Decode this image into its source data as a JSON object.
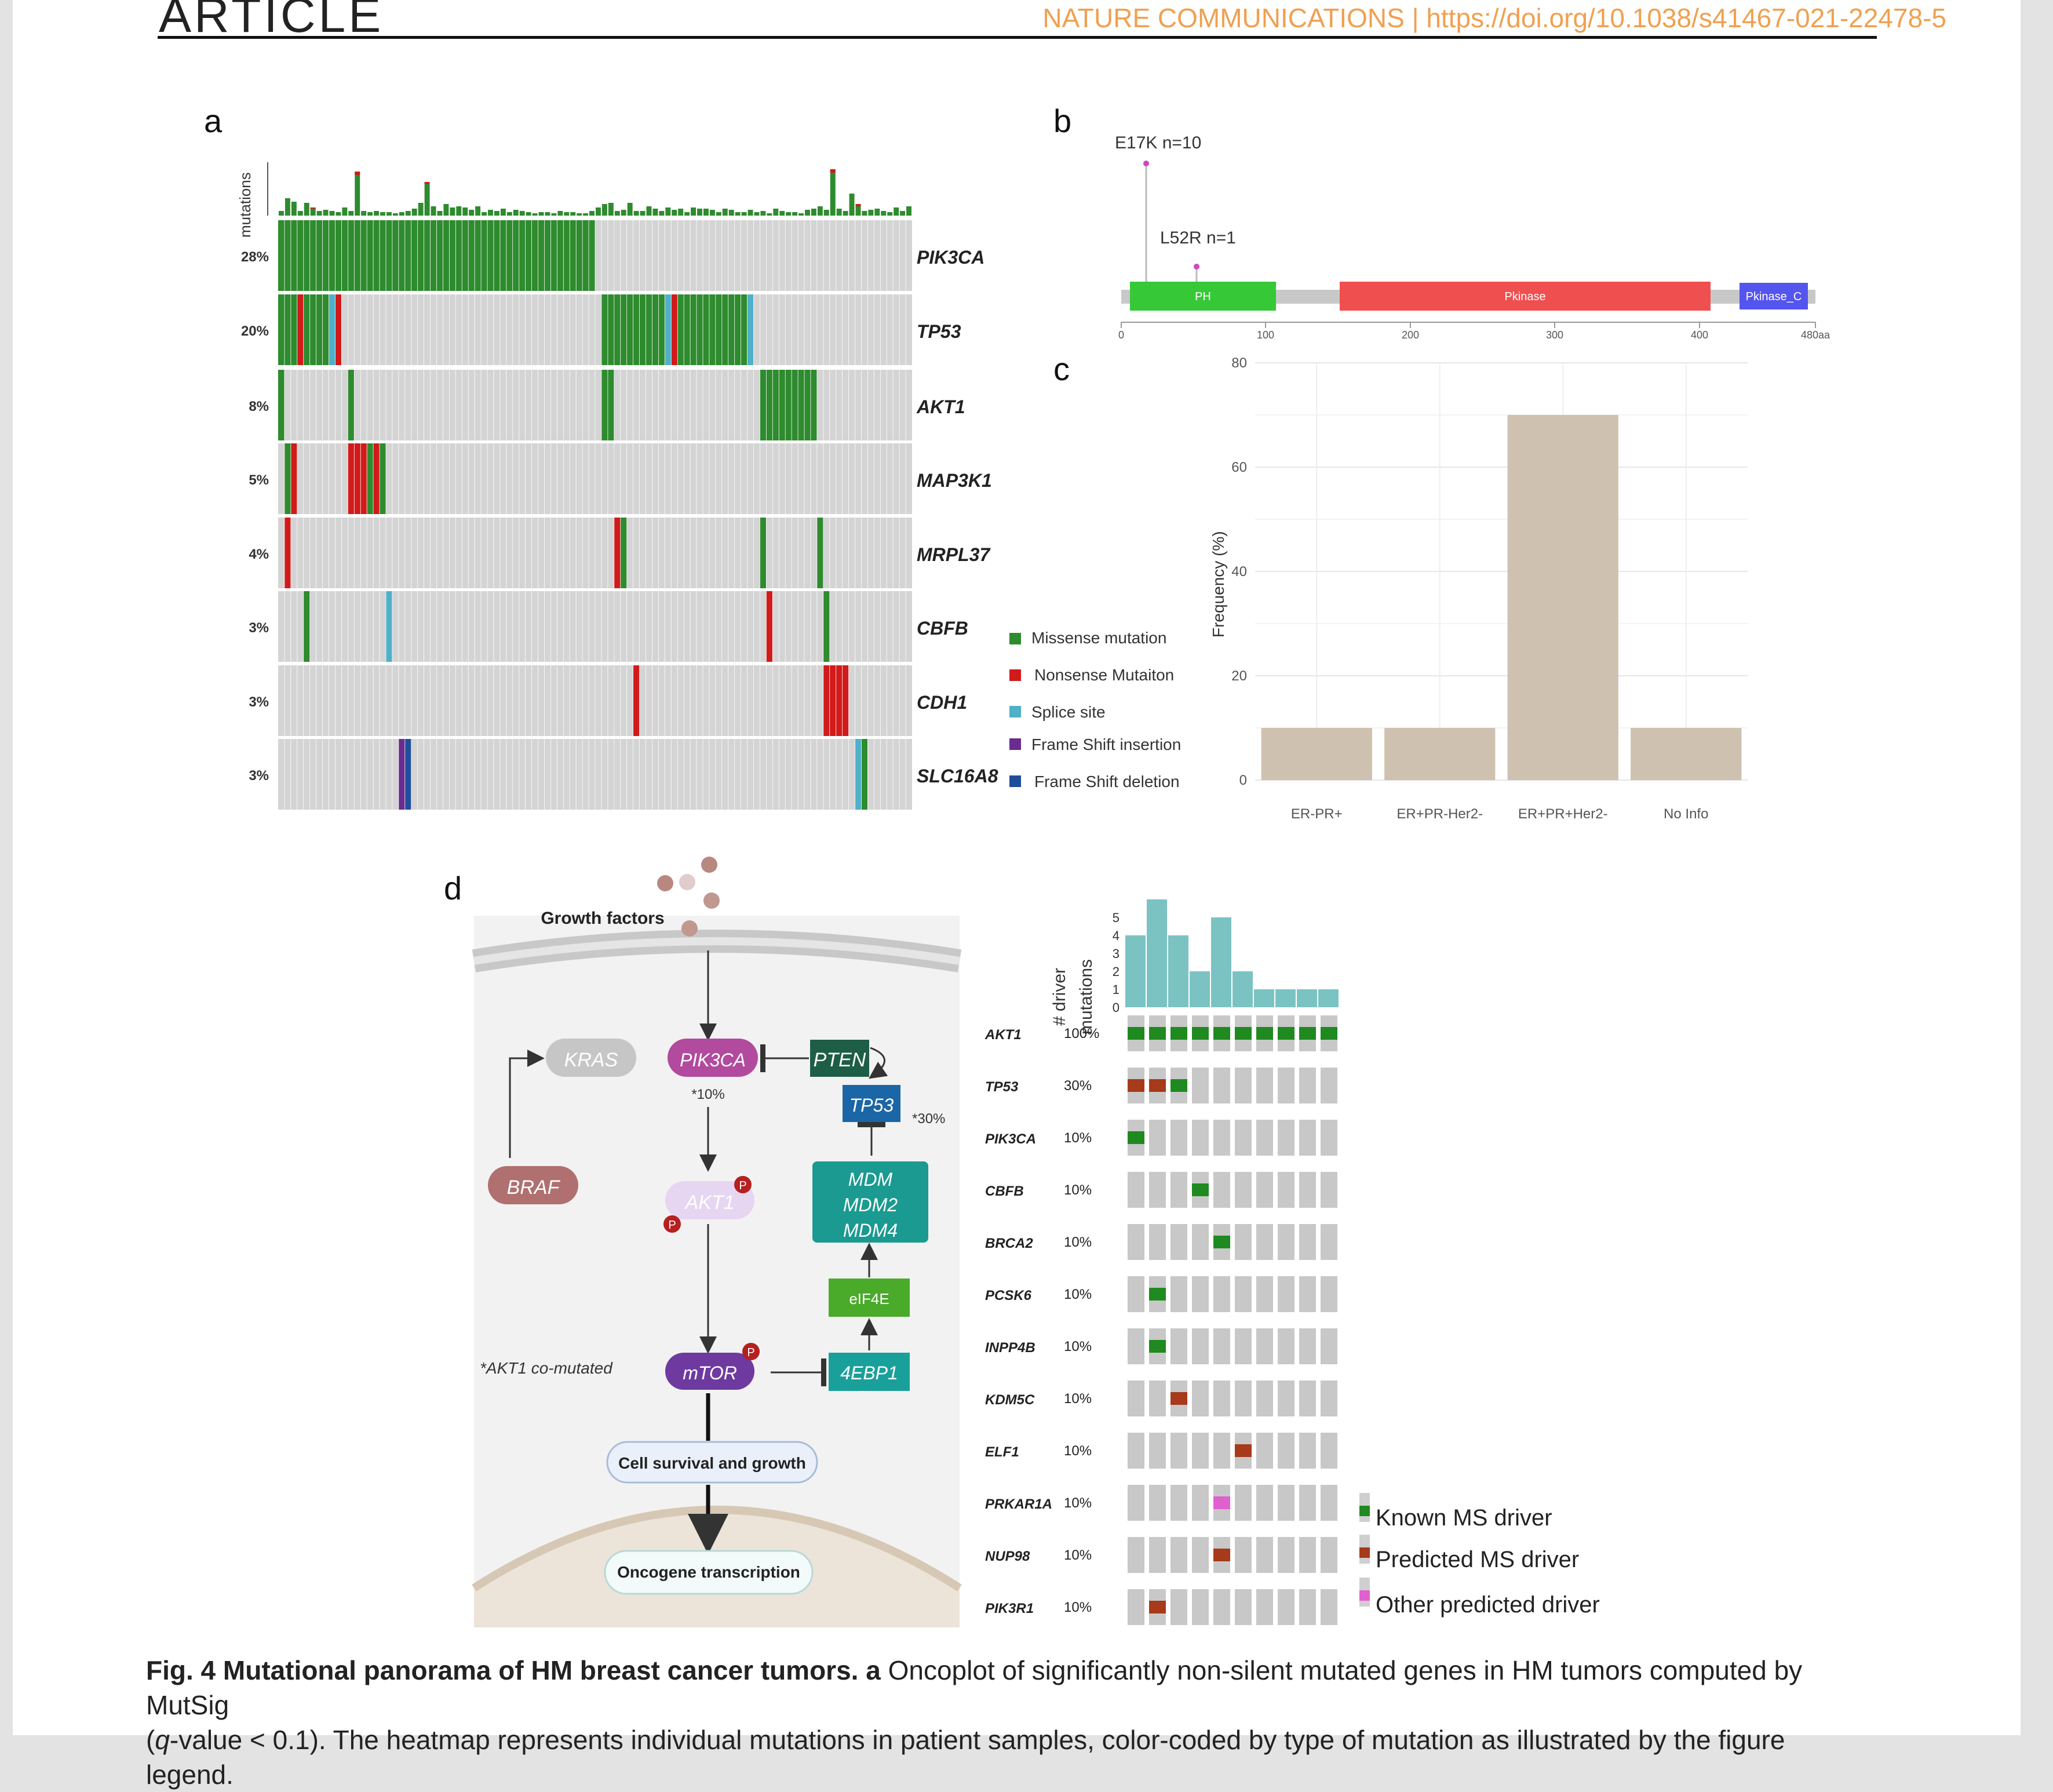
{
  "header": {
    "section": "ARTICLE",
    "journal": "NATURE COMMUNICATIONS | https://doi.org/10.1038/s41467-021-22478-5"
  },
  "panel_labels": {
    "a": "a",
    "b": "b",
    "c": "c",
    "d": "d"
  },
  "colors": {
    "missense": "#2e8b2e",
    "nonsense": "#d11a1a",
    "splice": "#4fb0c8",
    "fs_ins": "#6a2c91",
    "fs_del": "#1f4e9b",
    "background": "#d4d4d4",
    "lollipop": "#d444c0",
    "pfam_ph": "#37c837",
    "pfam_pkinase": "#ef4f4f",
    "pfam_pkinase_c": "#5454ee",
    "bar_c": "#cfc1b0",
    "bar_d": "#7bc3c3",
    "known_ms": "#1f8a1f",
    "predicted_ms": "#a63a1a",
    "other_pred": "#e060d0"
  },
  "panel_a": {
    "ylabel": "mutations",
    "genes": [
      {
        "name": "PIK3CA",
        "pct": "28%"
      },
      {
        "name": "TP53",
        "pct": "20%"
      },
      {
        "name": "AKT1",
        "pct": "8%"
      },
      {
        "name": "MAP3K1",
        "pct": "5%"
      },
      {
        "name": "MRPL37",
        "pct": "4%"
      },
      {
        "name": "CBFB",
        "pct": "3%"
      },
      {
        "name": "CDH1",
        "pct": "3%"
      },
      {
        "name": "SLC16A8",
        "pct": "3%"
      }
    ],
    "legend": [
      "Missense mutation",
      "Nonsense Mutaiton",
      "Splice site",
      "Frame Shift insertion",
      "Frame Shift deletion"
    ]
  },
  "panel_b": {
    "labels": [
      "E17K n=10",
      "L52R n=1"
    ],
    "domains": [
      "PH",
      "Pkinase",
      "Pkinase_C"
    ],
    "ticks": [
      "0",
      "100",
      "200",
      "300",
      "400",
      "480aa"
    ]
  },
  "panel_d": {
    "pathway": {
      "growth_factors": "Growth factors",
      "kras": "KRAS",
      "pik3ca": "PIK3CA",
      "pten": "PTEN",
      "tp53": "TP53",
      "pct_pik3ca": "*10%",
      "pct_tp53": "*30%",
      "braf": "BRAF",
      "akt1": "AKT1",
      "mdm": [
        "MDM",
        "MDM2",
        "MDM4"
      ],
      "eif4e": "eIF4E",
      "mtor": "mTOR",
      "ebp1": "4EBP1",
      "comut": "*AKT1  co-mutated",
      "survival": "Cell survival and growth",
      "oncogene": "Oncogene transcription",
      "p": "P"
    },
    "ylabel": [
      "# driver",
      "mutations"
    ],
    "legend": [
      "Known MS driver",
      "Predicted MS driver",
      "Other predicted driver"
    ]
  },
  "chart_data": [
    {
      "type": "heatmap",
      "title": "",
      "rows": [
        "PIK3CA",
        "TP53",
        "AKT1",
        "MAP3K1",
        "MRPL37",
        "CBFB",
        "CDH1",
        "SLC16A8"
      ],
      "row_pct": [
        "28%",
        "20%",
        "8%",
        "5%",
        "4%",
        "3%",
        "3%",
        "3%"
      ],
      "n_samples": 100,
      "top_bar_label": "mutations",
      "legend": [
        "Missense mutation",
        "Nonsense Mutaiton",
        "Splice site",
        "Frame Shift insertion",
        "Frame Shift deletion"
      ]
    },
    {
      "type": "bar",
      "ylabel": "Frequency (%)",
      "categories": [
        "ER-PR+",
        "ER+PR-Her2-",
        "ER+PR+Her2-",
        "No Info"
      ],
      "values": [
        10,
        10,
        70,
        10
      ],
      "ylim": [
        0,
        80
      ],
      "yticks": [
        "0",
        "20",
        "40",
        "60",
        "80"
      ],
      "grid": true
    },
    {
      "type": "heatmap",
      "genes": [
        "AKT1",
        "TP53",
        "PIK3CA",
        "CBFB",
        "BRCA2",
        "PCSK6",
        "INPP4B",
        "KDM5C",
        "ELF1",
        "PRKAR1A",
        "NUP98",
        "PIK3R1"
      ],
      "pcts": [
        "100%",
        "30%",
        "10%",
        "10%",
        "10%",
        "10%",
        "10%",
        "10%",
        "10%",
        "10%",
        "10%",
        "10%"
      ],
      "driver_mutations": [
        4,
        6,
        4,
        2,
        5,
        2,
        1,
        1,
        1,
        1
      ],
      "yticks": [
        "0",
        "1",
        "2",
        "3",
        "4",
        "5"
      ],
      "legend": [
        "Known MS driver",
        "Predicted MS driver",
        "Other predicted driver"
      ]
    }
  ],
  "caption": {
    "bold": "Fig. 4 Mutational panorama of HM breast cancer tumors.",
    "a": "a",
    "text1": " Oncoplot of significantly non-silent mutated genes in HM tumors computed by MutSig",
    "q": "q",
    "text2": "-value < 0.1). The heatmap represents individual mutations in patient samples, color-coded by type of mutation as illustrated by the figure legend."
  }
}
